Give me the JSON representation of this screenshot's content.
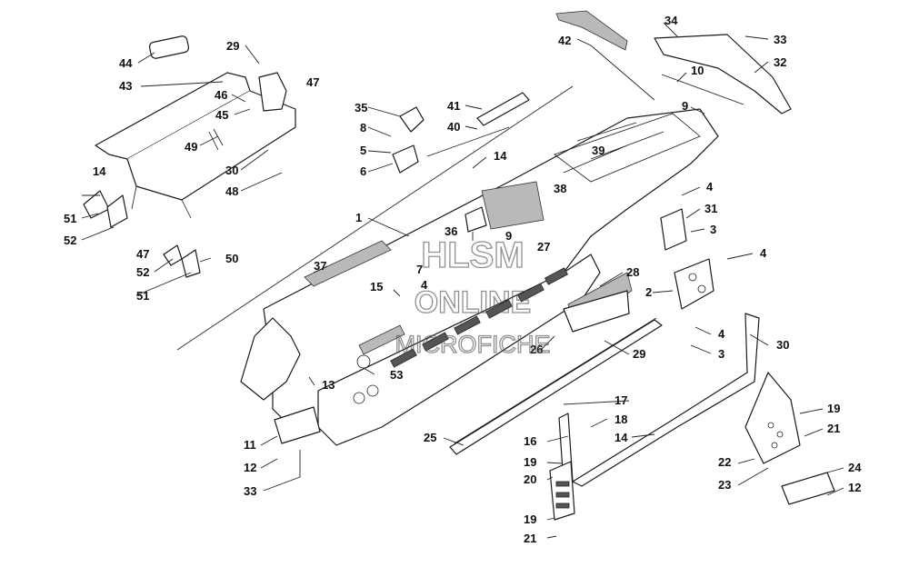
{
  "watermark": {
    "line1": "HLSM",
    "line2": "ONLINE",
    "line3": "MICROFICHE"
  },
  "callouts": [
    {
      "id": "c44a",
      "text": "44"
    },
    {
      "id": "c43",
      "text": "43"
    },
    {
      "id": "c29",
      "text": "29"
    },
    {
      "id": "c46",
      "text": "46"
    },
    {
      "id": "c47a",
      "text": "47"
    },
    {
      "id": "c45",
      "text": "45"
    },
    {
      "id": "c49",
      "text": "49"
    },
    {
      "id": "c30a",
      "text": "30"
    },
    {
      "id": "c48",
      "text": "48"
    },
    {
      "id": "c14a",
      "text": "14"
    },
    {
      "id": "c51a",
      "text": "51"
    },
    {
      "id": "c52a",
      "text": "52"
    },
    {
      "id": "c47b",
      "text": "47"
    },
    {
      "id": "c52b",
      "text": "52"
    },
    {
      "id": "c50",
      "text": "50"
    },
    {
      "id": "c51b",
      "text": "51"
    },
    {
      "id": "c35",
      "text": "35"
    },
    {
      "id": "c8",
      "text": "8"
    },
    {
      "id": "c5",
      "text": "5"
    },
    {
      "id": "c6",
      "text": "6"
    },
    {
      "id": "c41",
      "text": "41"
    },
    {
      "id": "c40",
      "text": "40"
    },
    {
      "id": "c14b",
      "text": "14"
    },
    {
      "id": "c42",
      "text": "42"
    },
    {
      "id": "c34",
      "text": "34"
    },
    {
      "id": "c33a",
      "text": "33"
    },
    {
      "id": "c32",
      "text": "32"
    },
    {
      "id": "c10",
      "text": "10"
    },
    {
      "id": "c9a",
      "text": "9"
    },
    {
      "id": "c39",
      "text": "39"
    },
    {
      "id": "c38",
      "text": "38"
    },
    {
      "id": "c4a",
      "text": "4"
    },
    {
      "id": "c31",
      "text": "31"
    },
    {
      "id": "c3a",
      "text": "3"
    },
    {
      "id": "c1",
      "text": "1"
    },
    {
      "id": "c36",
      "text": "36"
    },
    {
      "id": "c9b",
      "text": "9"
    },
    {
      "id": "c27",
      "text": "27"
    },
    {
      "id": "c4b",
      "text": "4"
    },
    {
      "id": "c37",
      "text": "37"
    },
    {
      "id": "c7",
      "text": "7"
    },
    {
      "id": "c4c",
      "text": "4"
    },
    {
      "id": "c15",
      "text": "15"
    },
    {
      "id": "c28",
      "text": "28"
    },
    {
      "id": "c2",
      "text": "2"
    },
    {
      "id": "c4d",
      "text": "4"
    },
    {
      "id": "c3b",
      "text": "3"
    },
    {
      "id": "c30b",
      "text": "30"
    },
    {
      "id": "c26",
      "text": "26"
    },
    {
      "id": "c29b",
      "text": "29"
    },
    {
      "id": "c53",
      "text": "53"
    },
    {
      "id": "c13",
      "text": "13"
    },
    {
      "id": "c17",
      "text": "17"
    },
    {
      "id": "c18",
      "text": "18"
    },
    {
      "id": "c16",
      "text": "16"
    },
    {
      "id": "c14c",
      "text": "14"
    },
    {
      "id": "c25",
      "text": "25"
    },
    {
      "id": "c19a",
      "text": "19"
    },
    {
      "id": "c20",
      "text": "20"
    },
    {
      "id": "c19b",
      "text": "19"
    },
    {
      "id": "c21a",
      "text": "21"
    },
    {
      "id": "c11",
      "text": "11"
    },
    {
      "id": "c12a",
      "text": "12"
    },
    {
      "id": "c33b",
      "text": "33"
    },
    {
      "id": "c19c",
      "text": "19"
    },
    {
      "id": "c21b",
      "text": "21"
    },
    {
      "id": "c22",
      "text": "22"
    },
    {
      "id": "c23",
      "text": "23"
    },
    {
      "id": "c24",
      "text": "24"
    },
    {
      "id": "c12b",
      "text": "12"
    }
  ]
}
